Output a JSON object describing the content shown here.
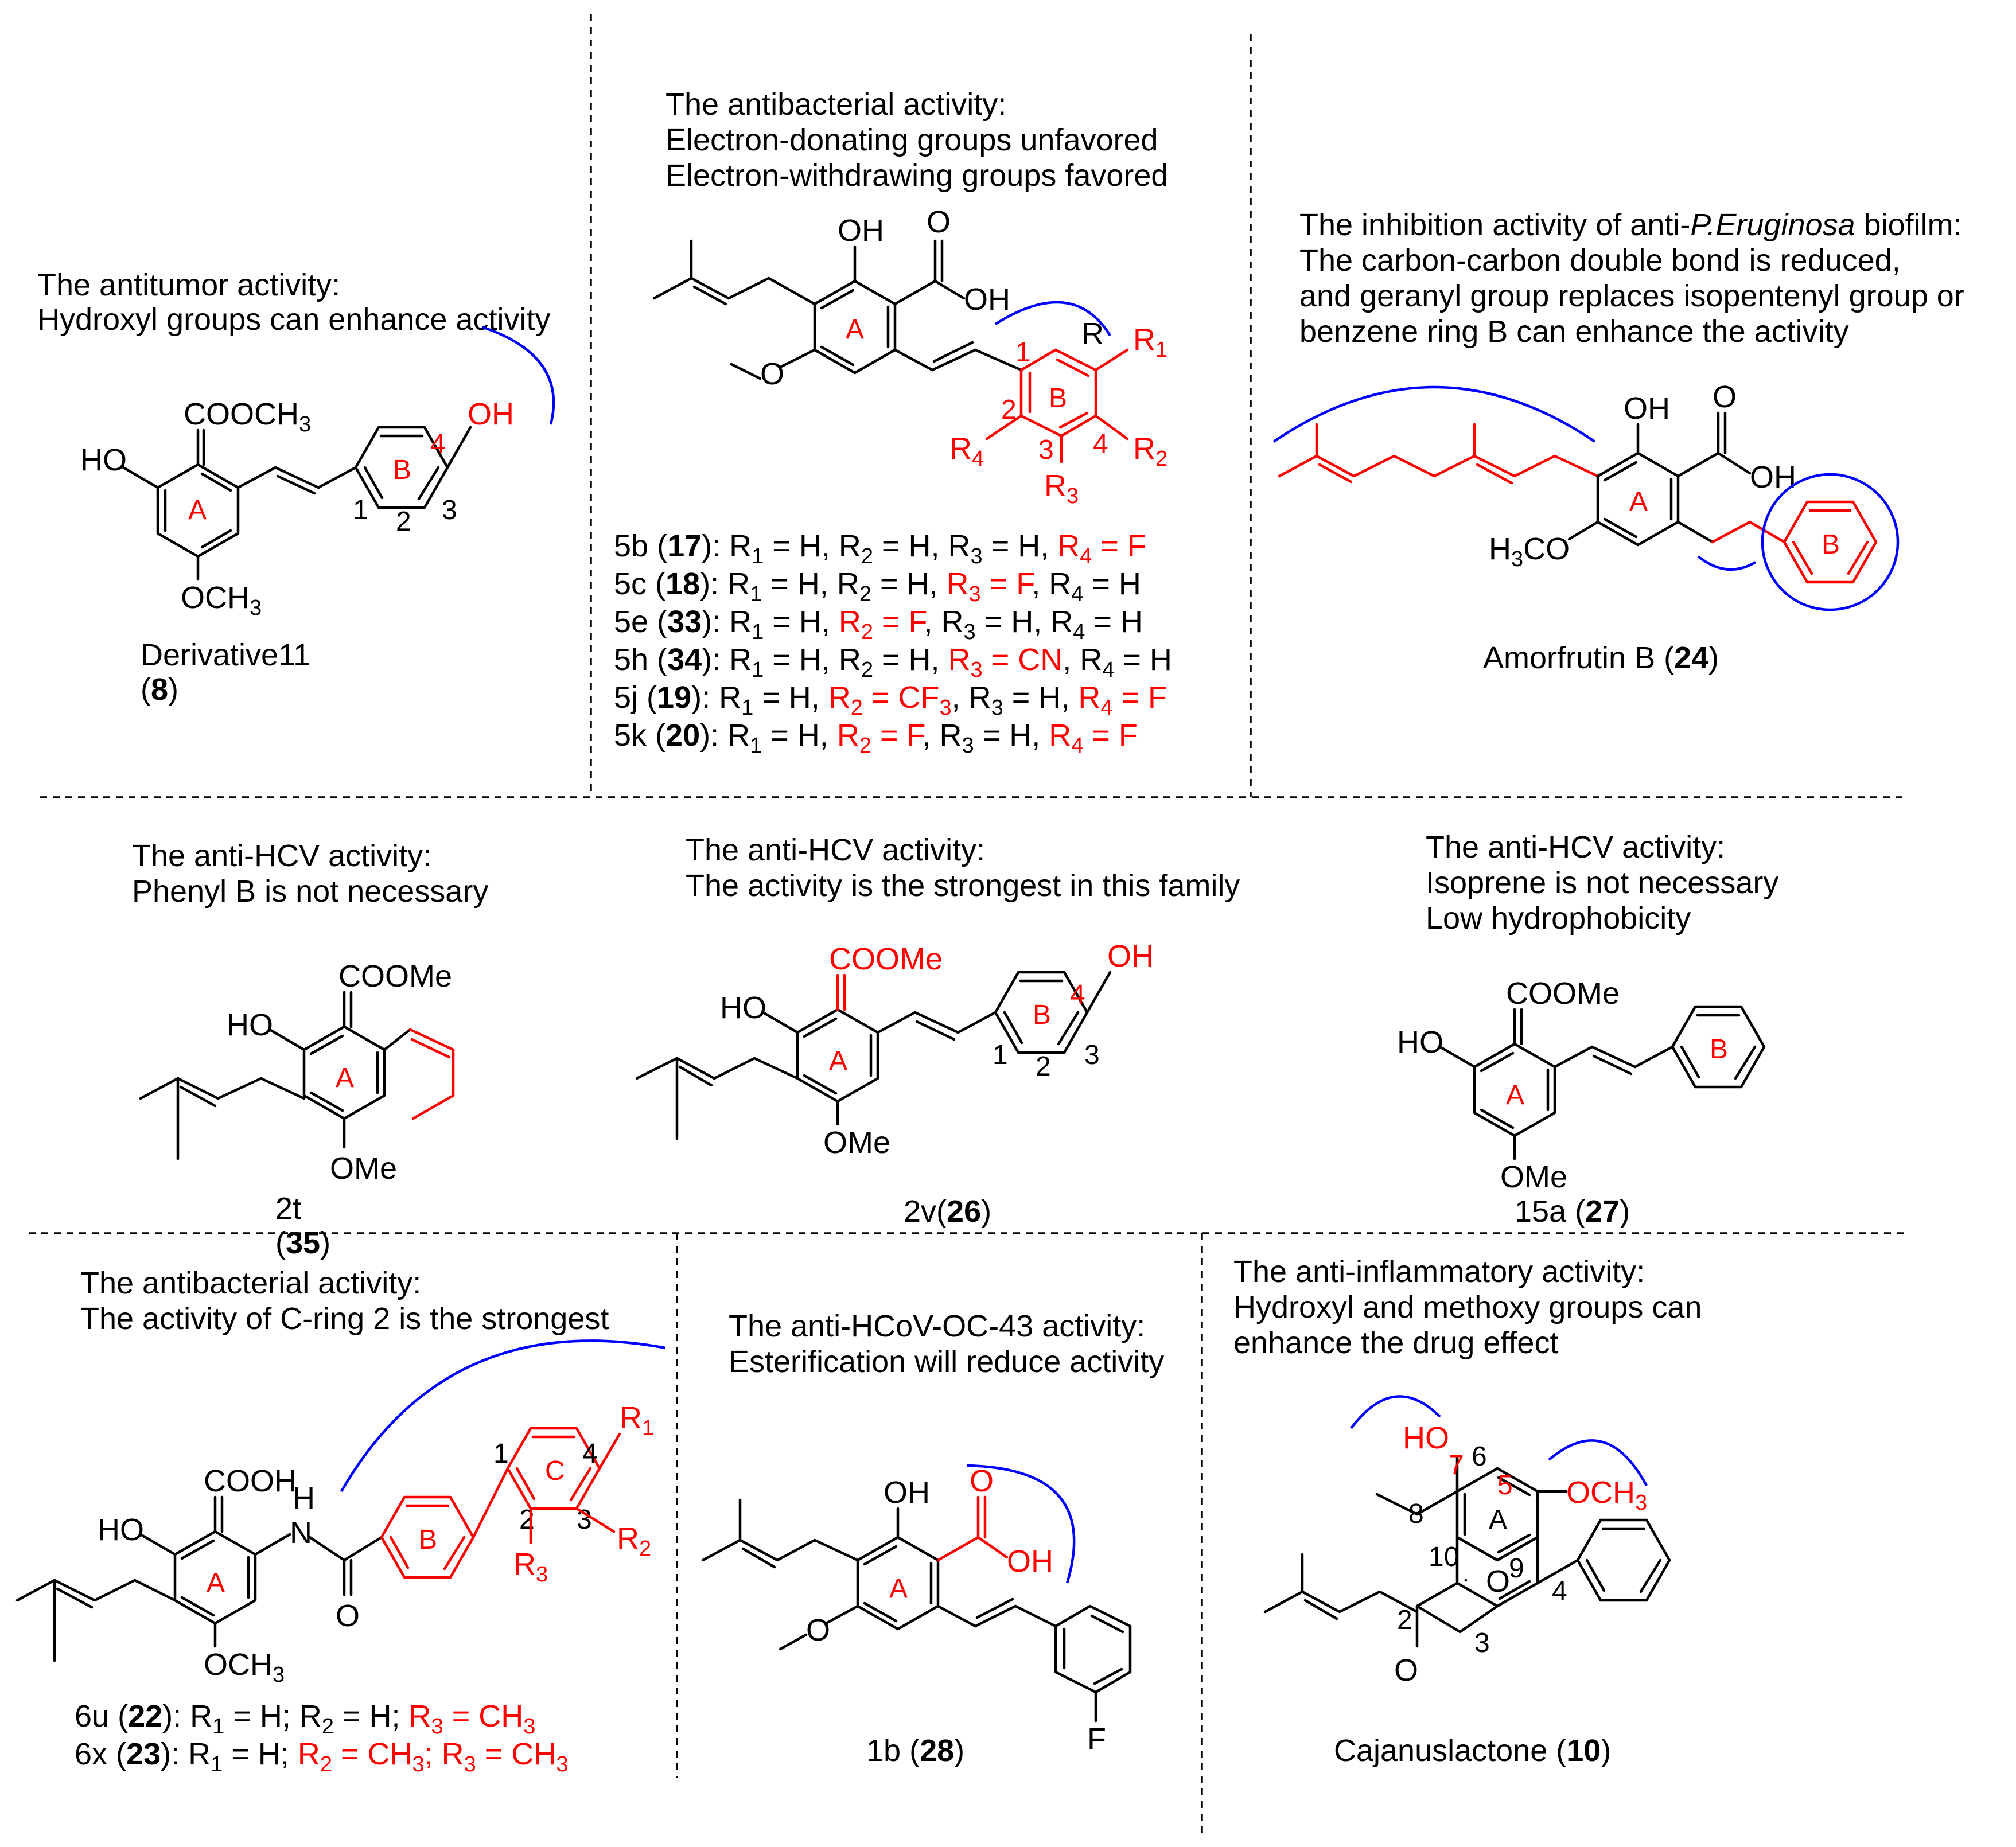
{
  "panels": {
    "p1": {
      "title": "The antitumor activity:",
      "note": "Hydroxyl groups can enhance activity",
      "compound": "Derivative11",
      "number": "8",
      "labels": {
        "ester": "COOCH",
        "ester_sub": "3",
        "ho": "HO",
        "oh": "OH",
        "ome": "OCH",
        "ome_sub": "3"
      }
    },
    "p2": {
      "title": "The antibacterial activity:",
      "line1": "Electron-donating groups unfavored",
      "line2": "Electron-withdrawing groups favored",
      "compounds": [
        {
          "name": "5b",
          "num": "17",
          "r1": "H",
          "r2": "H",
          "r3": "H",
          "r4": "F"
        },
        {
          "name": "5c",
          "num": "18",
          "r1": "H",
          "r2": "H",
          "r3": "F",
          "r4": "H"
        },
        {
          "name": "5e",
          "num": "33",
          "r1": "H",
          "r2": "F",
          "r3": "H",
          "r4": "H"
        },
        {
          "name": "5h",
          "num": "34",
          "r1": "H",
          "r2": "H",
          "r3": "CN",
          "r4": "H"
        },
        {
          "name": "5j",
          "num": "19",
          "r1": "H",
          "r2": "CF3",
          "r3": "H",
          "r4": "F"
        },
        {
          "name": "5k",
          "num": "20",
          "r1": "H",
          "r2": "F",
          "r3": "H",
          "r4": "F"
        }
      ]
    },
    "p3": {
      "title_pre": "The inhibition activity of anti-",
      "title_italic": "P.Eruginosa",
      "title_post": " biofilm:",
      "line1": "The carbon-carbon double bond is reduced,",
      "line2": "and geranyl group replaces isopentenyl group or",
      "line3": "benzene ring B can enhance the activity",
      "compound": "Amorfrutin B",
      "number": "24",
      "labels": {
        "h3co": "H",
        "h3co_sub": "3",
        "h3co_rest": "CO"
      }
    },
    "p4": {
      "title": "The anti-HCV activity:",
      "note": "Phenyl B is not necessary",
      "compound": "2t",
      "number": "35",
      "labels": {
        "ester": "COOMe",
        "ho": "HO",
        "ome": "OMe"
      }
    },
    "p5": {
      "title": "The anti-HCV activity:",
      "note": "The activity is the strongest in this family",
      "compound": "2v",
      "number": "26",
      "labels": {
        "ester": "COOMe",
        "ho": "HO",
        "oh": "OH",
        "ome": "OMe"
      }
    },
    "p6": {
      "title": "The anti-HCV activity:",
      "line1": "Isoprene is not necessary",
      "line2": "Low hydrophobicity",
      "compound": "15a",
      "number": "27",
      "labels": {
        "ester": "COOMe",
        "ho": "HO",
        "ome": "OMe"
      }
    },
    "p7": {
      "title": "The antibacterial activity:",
      "note": "The activity of C-ring 2 is the strongest",
      "compounds": [
        {
          "name": "6u",
          "num": "22",
          "r1": "H",
          "r2": "H",
          "r3": "CH3"
        },
        {
          "name": "6x",
          "num": "23",
          "r1": "H",
          "r2": "CH3",
          "r3": "CH3"
        }
      ],
      "labels": {
        "cooh": "COOH",
        "ho": "HO",
        "nh": "H",
        "n": "N",
        "o": "O",
        "ome": "OCH",
        "ome_sub": "3"
      }
    },
    "p8": {
      "title": "The anti-HCoV-OC-43 activity:",
      "note": "Esterification will reduce activity",
      "compound": "1b",
      "number": "28",
      "labels": {
        "oh": "OH",
        "oh2": "OH",
        "o": "O",
        "f": "F"
      }
    },
    "p9": {
      "title": "The anti-inflammatory activity:",
      "line1": "Hydroxyl and methoxy groups can",
      "line2": "enhance the drug effect",
      "compound": "Cajanuslactone",
      "number": "10",
      "labels": {
        "ho": "HO",
        "ome": "OCH",
        "ome_sub": "3",
        "o_ring": "O",
        "o_carbonyl": "O"
      }
    }
  },
  "ring_labels": {
    "a": "A",
    "b": "B",
    "c": "C"
  },
  "colors": {
    "highlight": "#ff0000",
    "arc": "#0000ff",
    "text": "#000000"
  }
}
